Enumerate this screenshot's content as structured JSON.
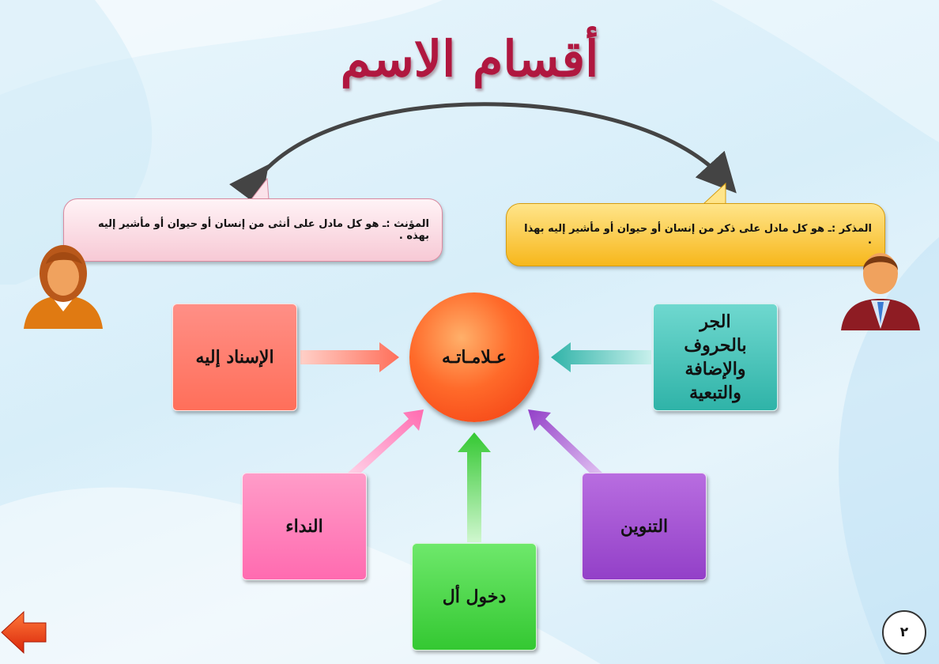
{
  "title": "أقسام الاسم",
  "callouts": {
    "feminine": "المؤنث :ـ هو كل مادل على أنثى من إنسان أو حيوان أو مأشير إليه بهذه .",
    "masculine": "المذكر :ـ هو كل مادل على ذكر من إنسان أو حيوان أو مأشير إليه بهذا ."
  },
  "center": {
    "label": "عـلامـاتـه"
  },
  "signs": {
    "isnad": "الإسناد إليه",
    "jarr": "الجر بالحروف والإضافة والتبعية",
    "nidaa": "النداء",
    "tanween": "التنوين",
    "dukhool": "دخول أل"
  },
  "page_number": "٢",
  "colors": {
    "title": "#b0173f",
    "isnad_box": "#ff7a6a",
    "jarr_box": "#3fbdb2",
    "nidaa_box": "#ff7fbb",
    "tanween_box": "#a452d4",
    "dukhool_box": "#45d443",
    "center_circle": "#f5501a",
    "feminine_bubble": "#f9d3dd",
    "masculine_bubble": "#fcc93a"
  },
  "icons": {
    "previous": "back-arrow-icon",
    "female": "female-person-icon",
    "male": "male-person-icon"
  }
}
